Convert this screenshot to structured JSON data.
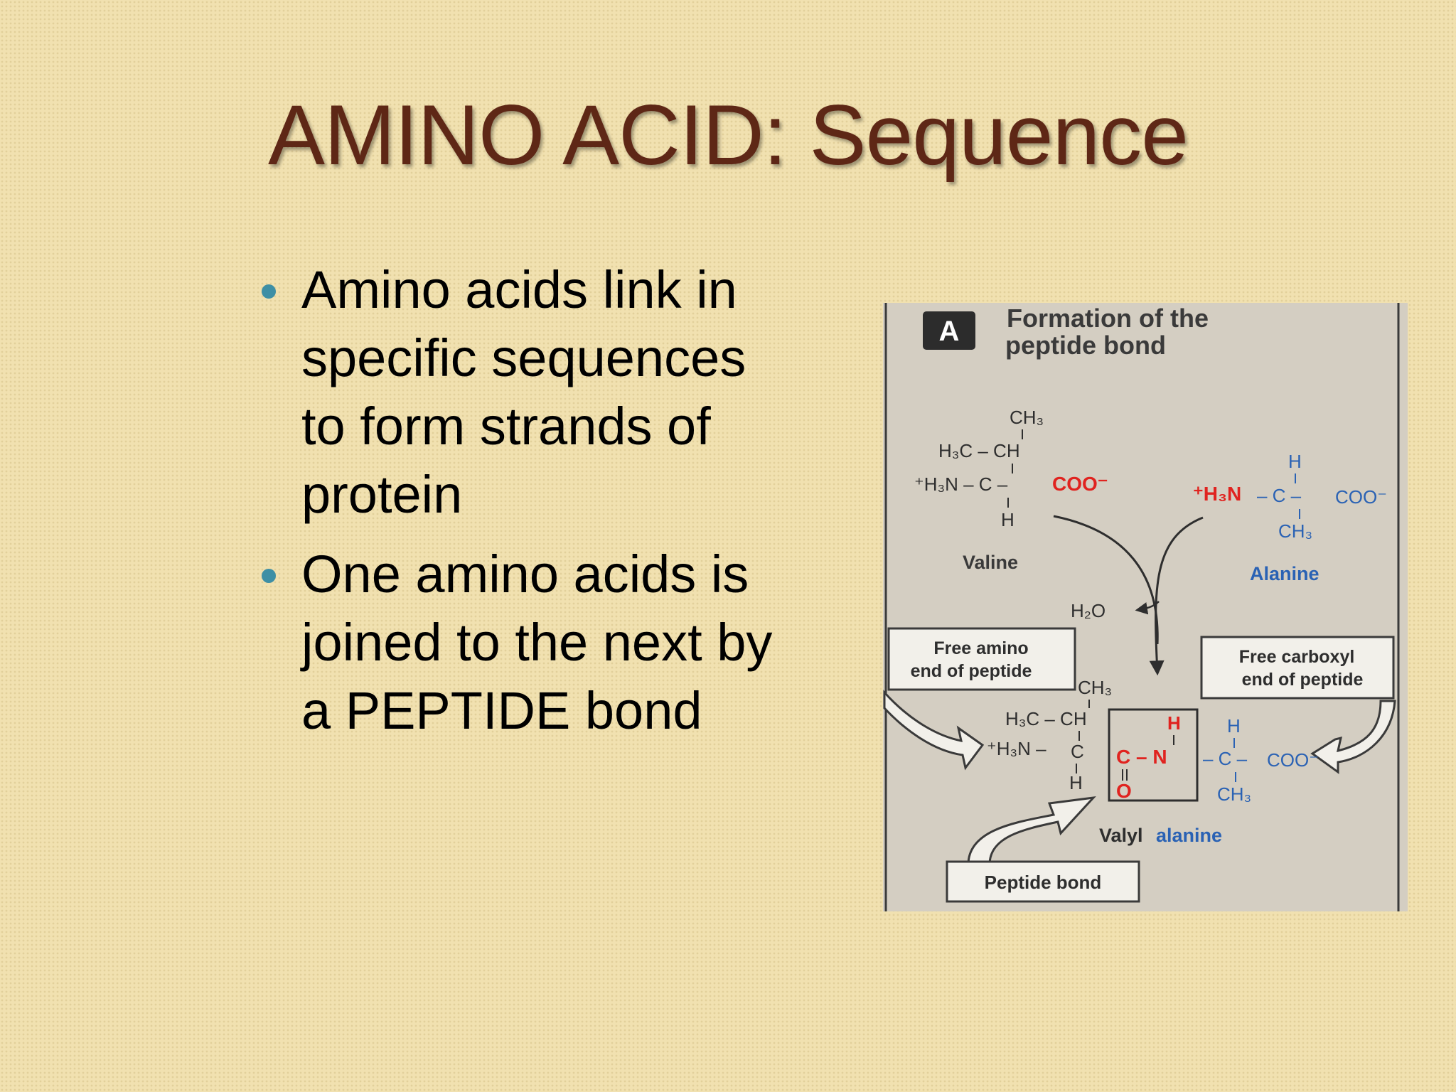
{
  "slide": {
    "title": "AMINO ACID: Sequence",
    "bullets": [
      "Amino acids link in specific sequences to form strands of protein",
      "One amino acids is joined to the next by a PEPTIDE bond"
    ]
  },
  "figure": {
    "panel_letter": "A",
    "heading_line1": "Formation of the",
    "heading_line2": "peptide bond",
    "valine_name": "Valine",
    "alanine_name": "Alanine",
    "water": "H₂O",
    "free_amino_line1": "Free amino",
    "free_amino_line2": "end of peptide",
    "free_carboxyl_line1": "Free carboxyl",
    "free_carboxyl_line2": "end of peptide",
    "peptide_bond_label": "Peptide bond",
    "product_name_part1": "Valyl",
    "product_name_part2": "alanine",
    "chem": {
      "ch3": "CH₃",
      "h3c_ch": "H₃C – CH",
      "h3n_plus": "⁺H₃N – C –",
      "h3n_plus_short": "⁺H₃N –",
      "h3n_plus_red": "⁺H₃N",
      "coo_minus": "COO⁻",
      "c": "C",
      "h": "H",
      "n": "N",
      "o": "O",
      "c_dash_n": "C – N",
      "c_dash": "– C –",
      "coo_tail": "– COO⁻",
      "c_coo_tail": "C – COO⁻"
    },
    "colors": {
      "panel_bg": "#d4cec2",
      "red": "#e0231f",
      "blue": "#2a62b4",
      "dark": "#2e2e2e"
    }
  }
}
